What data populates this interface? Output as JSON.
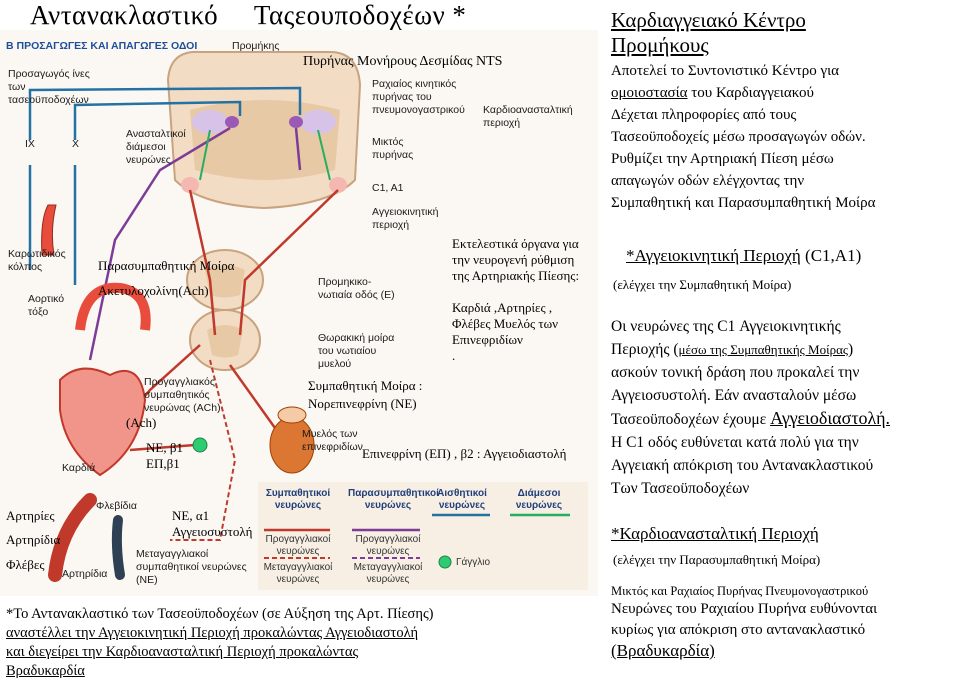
{
  "title": "Αντανακλαστικό     Ταςεουποδοχέων *",
  "figure": {
    "section_heading": "Β ΠΡΟΣΑΓΩΓΕΣ ΚΑΙ ΑΠΑΓΩΓΕΣ ΟΔΟΙ",
    "medulla": "Προμήκης",
    "nts": "Πυρήνας Μονήρους Δεσμίδας NTS",
    "afferent": "Προσαγωγός ίνες των τασεοϋποδοχέων",
    "cranial_ix": "IX",
    "cranial_x": "X",
    "inhibitory": "Ανασταλτικοί διάμεσοι νευρώνες",
    "dorsal_vagal": "Ραχιαίος κινητικός πυρήνας του πνευμονογαστρικού",
    "cardioinhibitory": "Καρδιοανασταλτική περιοχή",
    "ambiguus": "Μικτός πυρήνας",
    "c1a1": "C1, A1",
    "vasomotor": "Αγγειοκινητική περιοχή",
    "carotid": "Καρωτιδικός κόλπος",
    "aortic": "Αορτικό τόξο",
    "parasympathetic": "Παρασυμπαθητική Μοίρα",
    "acetylcholine": "Ακετυλοχολίνη(Ach)",
    "intermediolateral": "Προμηκικο-νωτιαία οδός (Ε)",
    "thoracic": "Θωρακική μοίρα του νωτιαίου μυελού",
    "effectors": "Εκτελεστικά όργανα για την νευρογενή ρύθμιση της Αρτηριακής Πίεσης:",
    "effectors_list": "Καρδιά ,Αρτηρίες , Φλέβες Μυελός των Επινεφριδίων",
    "effectors_dot": ".",
    "sympathetic": "Συμπαθητική Μοίρα :",
    "norepinephrine": "Νορεπινεφρίνη (ΝΕ)",
    "preganglionic_symp": "Προγαγγλιακός συμπαθητικός νευρώνας (ACh)",
    "ach_label": "(Ach)",
    "ne_beta1": "ΝΕ, β1",
    "ep_beta1": "ΕΠ,β1",
    "heart": "Καρδιά",
    "adrenal": "Μυελός των επινεφριδίων",
    "epinephrine": "Επινεφρίνη (ΕΠ) , β2 : Αγγειοδιαστολή",
    "veins_top": "Φλεβίδια",
    "arteries": "Αρτηρίες",
    "arterioles": "Αρτηρίδια",
    "veins": "Φλέβες",
    "arterioles_small": "Αρτηρίδια",
    "ne_alpha1": "ΝΕ, α1",
    "vasoconstriction": "Αγγειοσυστολή",
    "postganglionic": "Μεταγαγγλιακοί συμπαθητικοί νευρώνες (ΝΕ)",
    "legend": [
      {
        "head": "Συμπαθητικοί νευρώνες",
        "rows": [
          "Προγαγγλιακοί νευρώνες",
          "Μεταγαγγλιακοί νευρώνες"
        ],
        "color": "#c0392b"
      },
      {
        "head": "Παρασυμπαθητικοί νευρώνες",
        "rows": [
          "Προγαγγλιακοί νευρώνες",
          "Μεταγαγγλιακοί νευρώνες"
        ],
        "color": "#7d3c98"
      },
      {
        "head": "Αισθητικοί νευρώνες",
        "rows": [],
        "color": "#2471a3"
      },
      {
        "head": "Διάμεσοι νευρώνες",
        "rows": [],
        "color": "#27ae60"
      }
    ],
    "ganglion": "Γάγγλιο"
  },
  "bottom_note": {
    "line1": "*Το Αντανακλαστικό των Τασεοϋποδοχέων (σε Αύξηση της Αρτ. Πίεσης)",
    "line2": "αναστέλλει την Αγγειοκινητική Περιοχή προκαλώντας Αγγειοδιαστολή",
    "line3": "και διεγείρει την Καρδιοανασταλτική Περιοχή προκαλώντας",
    "line4": "Βραδυκαρδία"
  },
  "right": {
    "heading1": "Καρδιαγγειακό Κέντρο",
    "heading2": "Προμήκους",
    "p1": "Αποτελεί το Συντονιστικό  Κέντρο για",
    "p2a": "ομοιοστασία",
    "p2b": " του Καρδιαγγειακού",
    "p3": "Δέχεται  πληροφορίες από τους",
    "p4": "Τασεοϋποδοχείς μέσω προσαγωγών οδών.",
    "p5": "Ρυθμίζει την Αρτηριακή Πίεση μέσω",
    "p6": "απαγωγών οδών ελέγχοντας την",
    "p7": "Συμπαθητική και Παρασυμπαθητική Μοίρα",
    "vaso_a": "*Αγγειοκινητική Περιοχή",
    "vaso_b": " (C1,A1)",
    "vaso_sub": "(ελέγχει την Συμπαθητική Μοίρα)",
    "c1_1": "Οι νευρώνες της C1  Αγγειοκινητικής",
    "c1_2a": "Περιοχής (",
    "c1_2b": "μέσω της Συμπαθητικής Μοίρας",
    "c1_2c": ")",
    "c1_3": "ασκούν τονική δράση που προκαλεί την",
    "c1_4": "Αγγειοσυστολή. Εάν ανασταλούν μέσω",
    "c1_5a": "Τασεοϋποδοχέων έχουμε ",
    "c1_5b": "Αγγειοδιαστολή.",
    "c1_6": "Η C1 οδός ευθύνεται κατά πολύ για την",
    "c1_7": "Αγγειακή απόκριση του Αντανακλαστικού",
    "c1_8": "Των Τασεοϋποδοχέων",
    "cardio": "*Καρδιοανασταλτική Περιοχή",
    "cardio_sub": "(ελέγχει την Παρασυμπαθητική Μοίρα)",
    "m1": "Μικτός και Ραχιαίος  Πυρήνας Πνευμονογαστρικού",
    "m2": "Νευρώνες του Ραχιαίου Πυρήνα ευθύνονται",
    "m3": "κυρίως για απόκριση στο αντανακλαστικό",
    "m4": "(Βραδυκαρδία)"
  }
}
